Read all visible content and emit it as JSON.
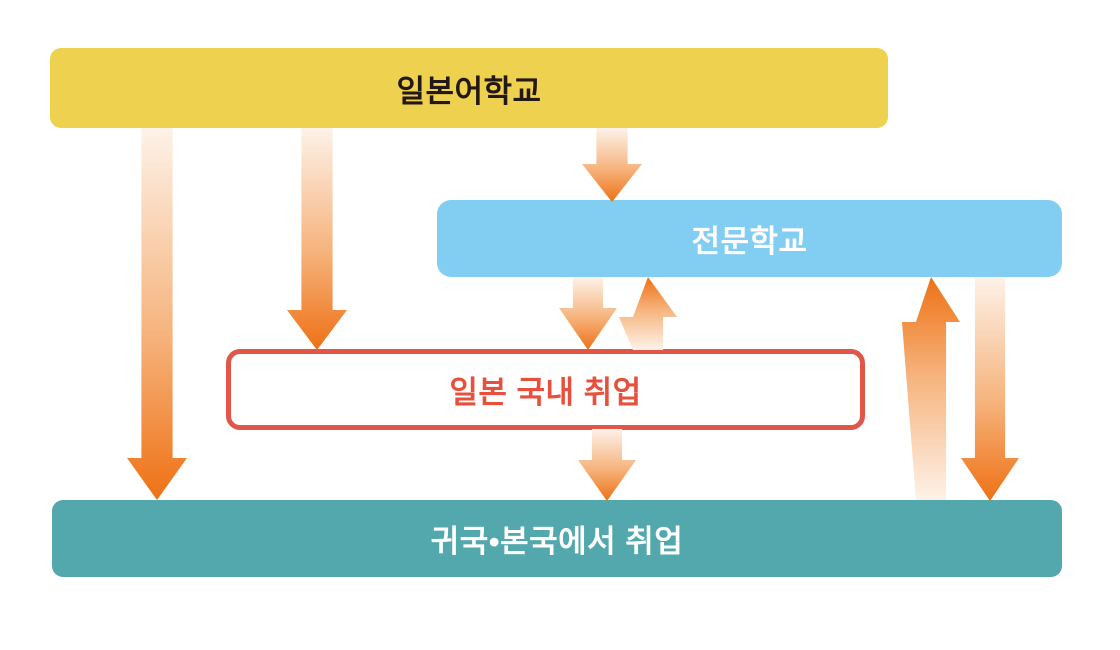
{
  "diagram": {
    "title": "study-to-employment pathway flowchart",
    "background_color": "#ffffff",
    "arrow_gradient": {
      "light": "#fdf2e8",
      "mid": "#f6b47e",
      "dark": "#ee7115"
    },
    "nodes": {
      "japanese_language_school": {
        "label": "일본어학교",
        "fill": "#eed14f",
        "text_color": "#231815"
      },
      "vocational_school": {
        "label": "전문학교",
        "fill": "#82cdf2",
        "text_color": "#ffffff"
      },
      "employment_in_japan": {
        "label": "일본 국내 취업",
        "fill": "#ffffff",
        "text_color": "#e8503e",
        "border_color": "#e25549"
      },
      "employment_back_home": {
        "label": "귀국•본국에서 취업",
        "fill": "#52a8ad",
        "text_color": "#ffffff"
      }
    },
    "arrows": [
      {
        "name": "japanese-school-to-home-employment",
        "from": "japanese_language_school",
        "to": "employment_back_home",
        "direction": "down"
      },
      {
        "name": "japanese-school-to-japan-employment",
        "from": "japanese_language_school",
        "to": "employment_in_japan",
        "direction": "down"
      },
      {
        "name": "japanese-school-to-vocational-school",
        "from": "japanese_language_school",
        "to": "vocational_school",
        "direction": "down"
      },
      {
        "name": "vocational-school-to-japan-employment",
        "from": "vocational_school",
        "to": "employment_in_japan",
        "direction": "down"
      },
      {
        "name": "japan-employment-to-vocational-school",
        "from": "employment_in_japan",
        "to": "vocational_school",
        "direction": "up"
      },
      {
        "name": "japan-employment-to-home-employment",
        "from": "employment_in_japan",
        "to": "employment_back_home",
        "direction": "down"
      },
      {
        "name": "home-employment-to-vocational-school",
        "from": "employment_back_home",
        "to": "vocational_school",
        "direction": "up"
      },
      {
        "name": "vocational-school-to-home-employment",
        "from": "vocational_school",
        "to": "employment_back_home",
        "direction": "down"
      }
    ]
  }
}
